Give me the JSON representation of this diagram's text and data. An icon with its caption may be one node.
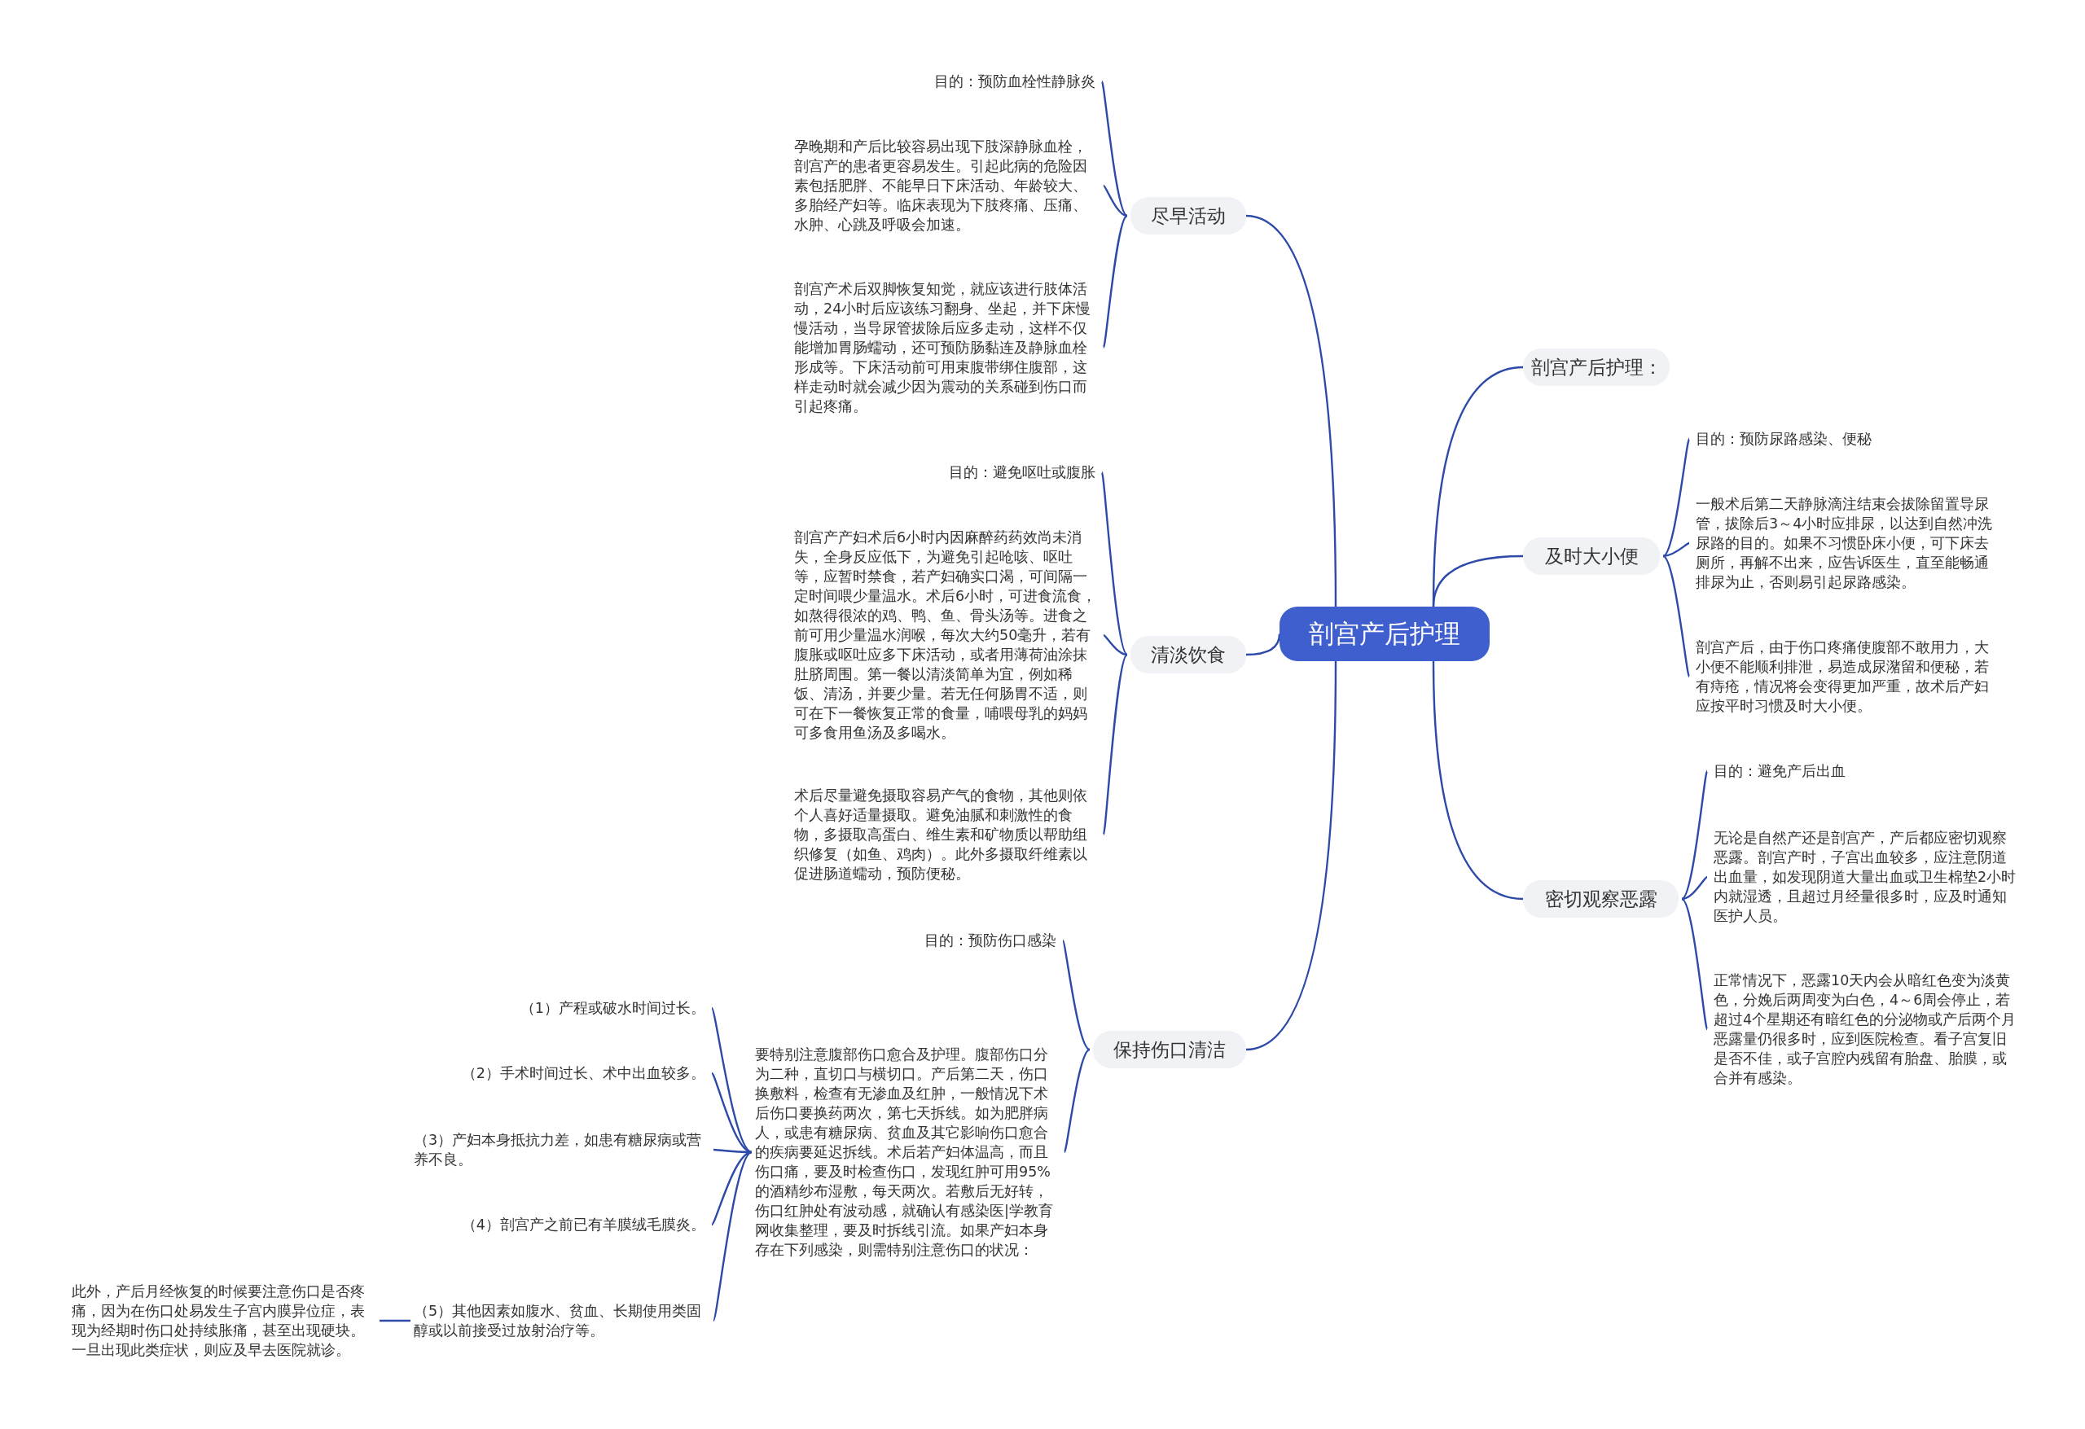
{
  "diagram": {
    "nodes": [
      {
        "text": [
          "剖宫产后护理"
        ]
      },
      {
        "text": [
          "尽早活动"
        ]
      },
      {
        "text": [
          "目的：预防血栓性静脉炎"
        ]
      },
      {
        "text": [
          "孕晚期和产后比较容易出现下肢深静脉血栓，剖宫产的患者更容易发生。引起此病的危险因素包括肥胖、不能早日下床活动、年龄较大、多胎经产妇等。临床表现为下肢疼痛、压痛、水肿、心跳及呼吸会加速。"
        ]
      },
      {
        "text": [
          "剖宫产术后双脚恢复知觉，就应该进行肢体活动，24小时后应该练习翻身、坐起，并下床慢慢活动，当导尿管拔除后应多走动，这样不仅能增加胃肠蠕动，还可预防肠黏连及静脉血栓形成等。下床活动前可用束腹带绑住腹部，这样走动时就会减少因为震动的关系碰到伤口而引起疼痛。"
        ]
      },
      {
        "text": [
          "清淡饮食"
        ]
      },
      {
        "text": [
          "目的：避免呕吐或腹胀"
        ]
      },
      {
        "text": [
          "剖宫产产妇术后6小时内因麻醉药药效尚未消失，全身反应低下，为避免引起呛咳、呕吐等，应暂时禁食，若产妇确实口渴，可间隔一定时间喂少量温水。术后6小时，可进食流食，如熬得很浓的鸡、鸭、鱼、骨头汤等。进食之前可用少量温水润喉，每次大约50毫升，若有腹胀或呕吐应多下床活动，或者用薄荷油涂抹肚脐周围。第一餐以清淡简单为宜，例如稀饭、清汤，并要少量。若无任何肠胃不适，则可在下一餐恢复正常的食量，哺喂母乳的妈妈可多食用鱼汤及多喝水。"
        ]
      },
      {
        "text": [
          "术后尽量避免摄取容易产气的食物，其他则依个人喜好适量摄取。避免油腻和刺激性的食物，多摄取高蛋白、维生素和矿物质以帮助组织修复（如鱼、鸡肉）。此外多摄取纤维素以促进肠道蠕动，预防便秘。"
        ]
      },
      {
        "text": [
          "保持伤口清洁"
        ]
      },
      {
        "text": [
          "目的：预防伤口感染"
        ]
      },
      {
        "text": [
          "要特别注意腹部伤口愈合及护理。腹部伤口分为二种，直切口与横切口。产后第二天，伤口换敷料，检查有无渗血及红肿，一般情况下术后伤口要换药两次，第七天拆线。如为肥胖病人，或患有糖尿病、贫血及其它影响伤口愈合的疾病要延迟拆线。术后若产妇体温高，而且伤口痛，要及时检查伤口，发现红肿可用95%的酒精纱布湿敷，每天两次。若敷后无好转，伤口红肿处有波动感，就确认有感染医|学教育网收集整理，要及时拆线引流。如果产妇本身存在下列感染，则需特别注意伤口的状况："
        ]
      },
      {
        "text": [
          "（1）产程或破水时间过长。"
        ]
      },
      {
        "text": [
          "（2）手术时间过长、术中出血较多。"
        ]
      },
      {
        "text": [
          "（3）产妇本身抵抗力差，如患有糖尿病或营养不良。"
        ]
      },
      {
        "text": [
          "（4）剖宫产之前已有羊膜绒毛膜炎。"
        ]
      },
      {
        "text": [
          "（5）其他因素如腹水、贫血、长期使用类固醇或以前接受过放射治疗等。"
        ]
      },
      {
        "text": [
          "此外，产后月经恢复的时候要注意伤口是否疼痛，因为在伤口处易发生子宫内膜异位症，表现为经期时伤口处持续胀痛，甚至出现硬块。一旦出现此类症状，则应及早去医院就诊。"
        ]
      },
      {
        "text": [
          "剖宫产后护理："
        ]
      },
      {
        "text": [
          "及时大小便"
        ]
      },
      {
        "text": [
          "目的：预防尿路感染、便秘"
        ]
      },
      {
        "text": [
          "一般术后第二天静脉滴注结束会拔除留置导尿管，拔除后3～4小时应排尿，以达到自然冲洗尿路的目的。如果不习惯卧床小便，可下床去厕所，再解不出来，应告诉医生，直至能畅通排尿为止，否则易引起尿路感染。"
        ]
      },
      {
        "text": [
          "剖宫产后，由于伤口疼痛使腹部不敢用力，大小便不能顺利排泄，易造成尿潴留和便秘，若有痔疮，情况将会变得更加严重，故术后产妇应按平时习惯及时大小便。"
        ]
      },
      {
        "text": [
          "密切观察恶露"
        ]
      },
      {
        "text": [
          "目的：避免产后出血"
        ]
      },
      {
        "text": [
          "无论是自然产还是剖宫产，产后都应密切观察恶露。剖宫产时，子宫出血较多，应注意阴道出血量，如发现阴道大量出血或卫生棉垫2小时内就湿透，且超过月经量很多时，应及时通知医护人员。"
        ]
      },
      {
        "text": [
          "正常情况下，恶露10天内会从暗红色变为淡黄色，分娩后两周变为白色，4～6周会停止，若超过4个星期还有暗红色的分泌物或产后两个月恶露量仍很多时，应到医院检查。看子宫复旧是否不佳，或子宫腔内残留有胎盘、胎膜，或合并有感染。"
        ]
      }
    ],
    "edges": [
      {
        "from": 0,
        "to": 1,
        "arrow": "none"
      },
      {
        "from": 0,
        "to": 5,
        "arrow": "none"
      },
      {
        "from": 0,
        "to": 9,
        "arrow": "none"
      },
      {
        "from": 0,
        "to": 18,
        "arrow": "none"
      },
      {
        "from": 0,
        "to": 19,
        "arrow": "none"
      },
      {
        "from": 0,
        "to": 23,
        "arrow": "none"
      },
      {
        "from": 1,
        "to": 2,
        "arrow": "none"
      },
      {
        "from": 1,
        "to": 3,
        "arrow": "none"
      },
      {
        "from": 1,
        "to": 4,
        "arrow": "none"
      },
      {
        "from": 5,
        "to": 6,
        "arrow": "none"
      },
      {
        "from": 5,
        "to": 7,
        "arrow": "none"
      },
      {
        "from": 5,
        "to": 8,
        "arrow": "none"
      },
      {
        "from": 9,
        "to": 10,
        "arrow": "none"
      },
      {
        "from": 9,
        "to": 11,
        "arrow": "none"
      },
      {
        "from": 11,
        "to": 12,
        "arrow": "none"
      },
      {
        "from": 11,
        "to": 13,
        "arrow": "none"
      },
      {
        "from": 11,
        "to": 14,
        "arrow": "none"
      },
      {
        "from": 11,
        "to": 15,
        "arrow": "none"
      },
      {
        "from": 11,
        "to": 16,
        "arrow": "none"
      },
      {
        "from": 16,
        "to": 17,
        "arrow": "none"
      },
      {
        "from": 19,
        "to": 20,
        "arrow": "none"
      },
      {
        "from": 19,
        "to": 21,
        "arrow": "none"
      },
      {
        "from": 19,
        "to": 22,
        "arrow": "none"
      },
      {
        "from": 23,
        "to": 24,
        "arrow": "none"
      },
      {
        "from": 23,
        "to": 25,
        "arrow": "none"
      },
      {
        "from": 23,
        "to": 26,
        "arrow": "none"
      }
    ]
  }
}
